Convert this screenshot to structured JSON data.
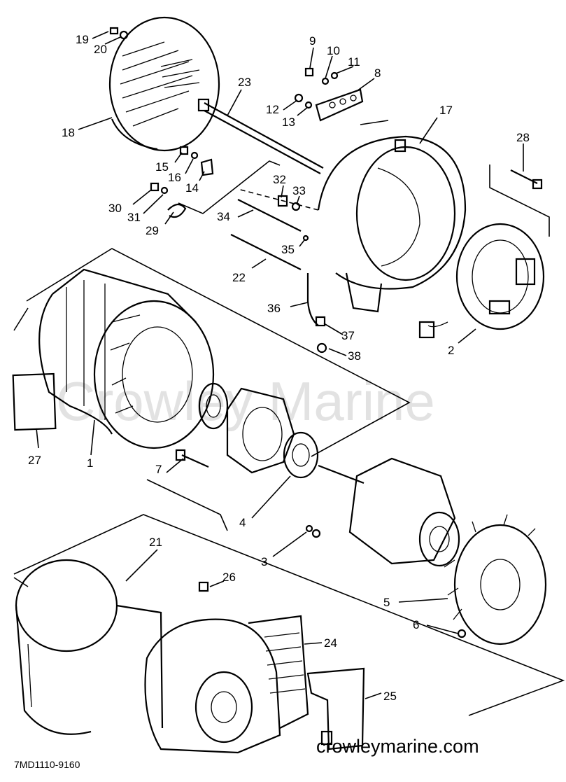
{
  "watermark": "Crowley Marine",
  "website": "crowleymarine.com",
  "drawing_code": "7MD1110-9160",
  "callouts": [
    {
      "id": "1",
      "label": "1"
    },
    {
      "id": "2",
      "label": "2"
    },
    {
      "id": "3",
      "label": "3"
    },
    {
      "id": "4",
      "label": "4"
    },
    {
      "id": "5",
      "label": "5"
    },
    {
      "id": "6",
      "label": "6"
    },
    {
      "id": "7",
      "label": "7"
    },
    {
      "id": "8",
      "label": "8"
    },
    {
      "id": "9",
      "label": "9"
    },
    {
      "id": "10",
      "label": "10"
    },
    {
      "id": "11",
      "label": "11"
    },
    {
      "id": "12",
      "label": "12"
    },
    {
      "id": "13",
      "label": "13"
    },
    {
      "id": "14",
      "label": "14"
    },
    {
      "id": "15",
      "label": "15"
    },
    {
      "id": "16",
      "label": "16"
    },
    {
      "id": "17",
      "label": "17"
    },
    {
      "id": "18",
      "label": "18"
    },
    {
      "id": "19",
      "label": "19"
    },
    {
      "id": "20",
      "label": "20"
    },
    {
      "id": "21",
      "label": "21"
    },
    {
      "id": "22",
      "label": "22"
    },
    {
      "id": "23",
      "label": "23"
    },
    {
      "id": "24",
      "label": "24"
    },
    {
      "id": "25",
      "label": "25"
    },
    {
      "id": "26",
      "label": "26"
    },
    {
      "id": "27",
      "label": "27"
    },
    {
      "id": "28",
      "label": "28"
    },
    {
      "id": "29",
      "label": "29"
    },
    {
      "id": "30",
      "label": "30"
    },
    {
      "id": "31",
      "label": "31"
    },
    {
      "id": "32",
      "label": "32"
    },
    {
      "id": "33",
      "label": "33"
    },
    {
      "id": "34",
      "label": "34"
    },
    {
      "id": "35",
      "label": "35"
    },
    {
      "id": "36",
      "label": "36"
    },
    {
      "id": "37",
      "label": "37"
    },
    {
      "id": "38",
      "label": "38"
    }
  ]
}
